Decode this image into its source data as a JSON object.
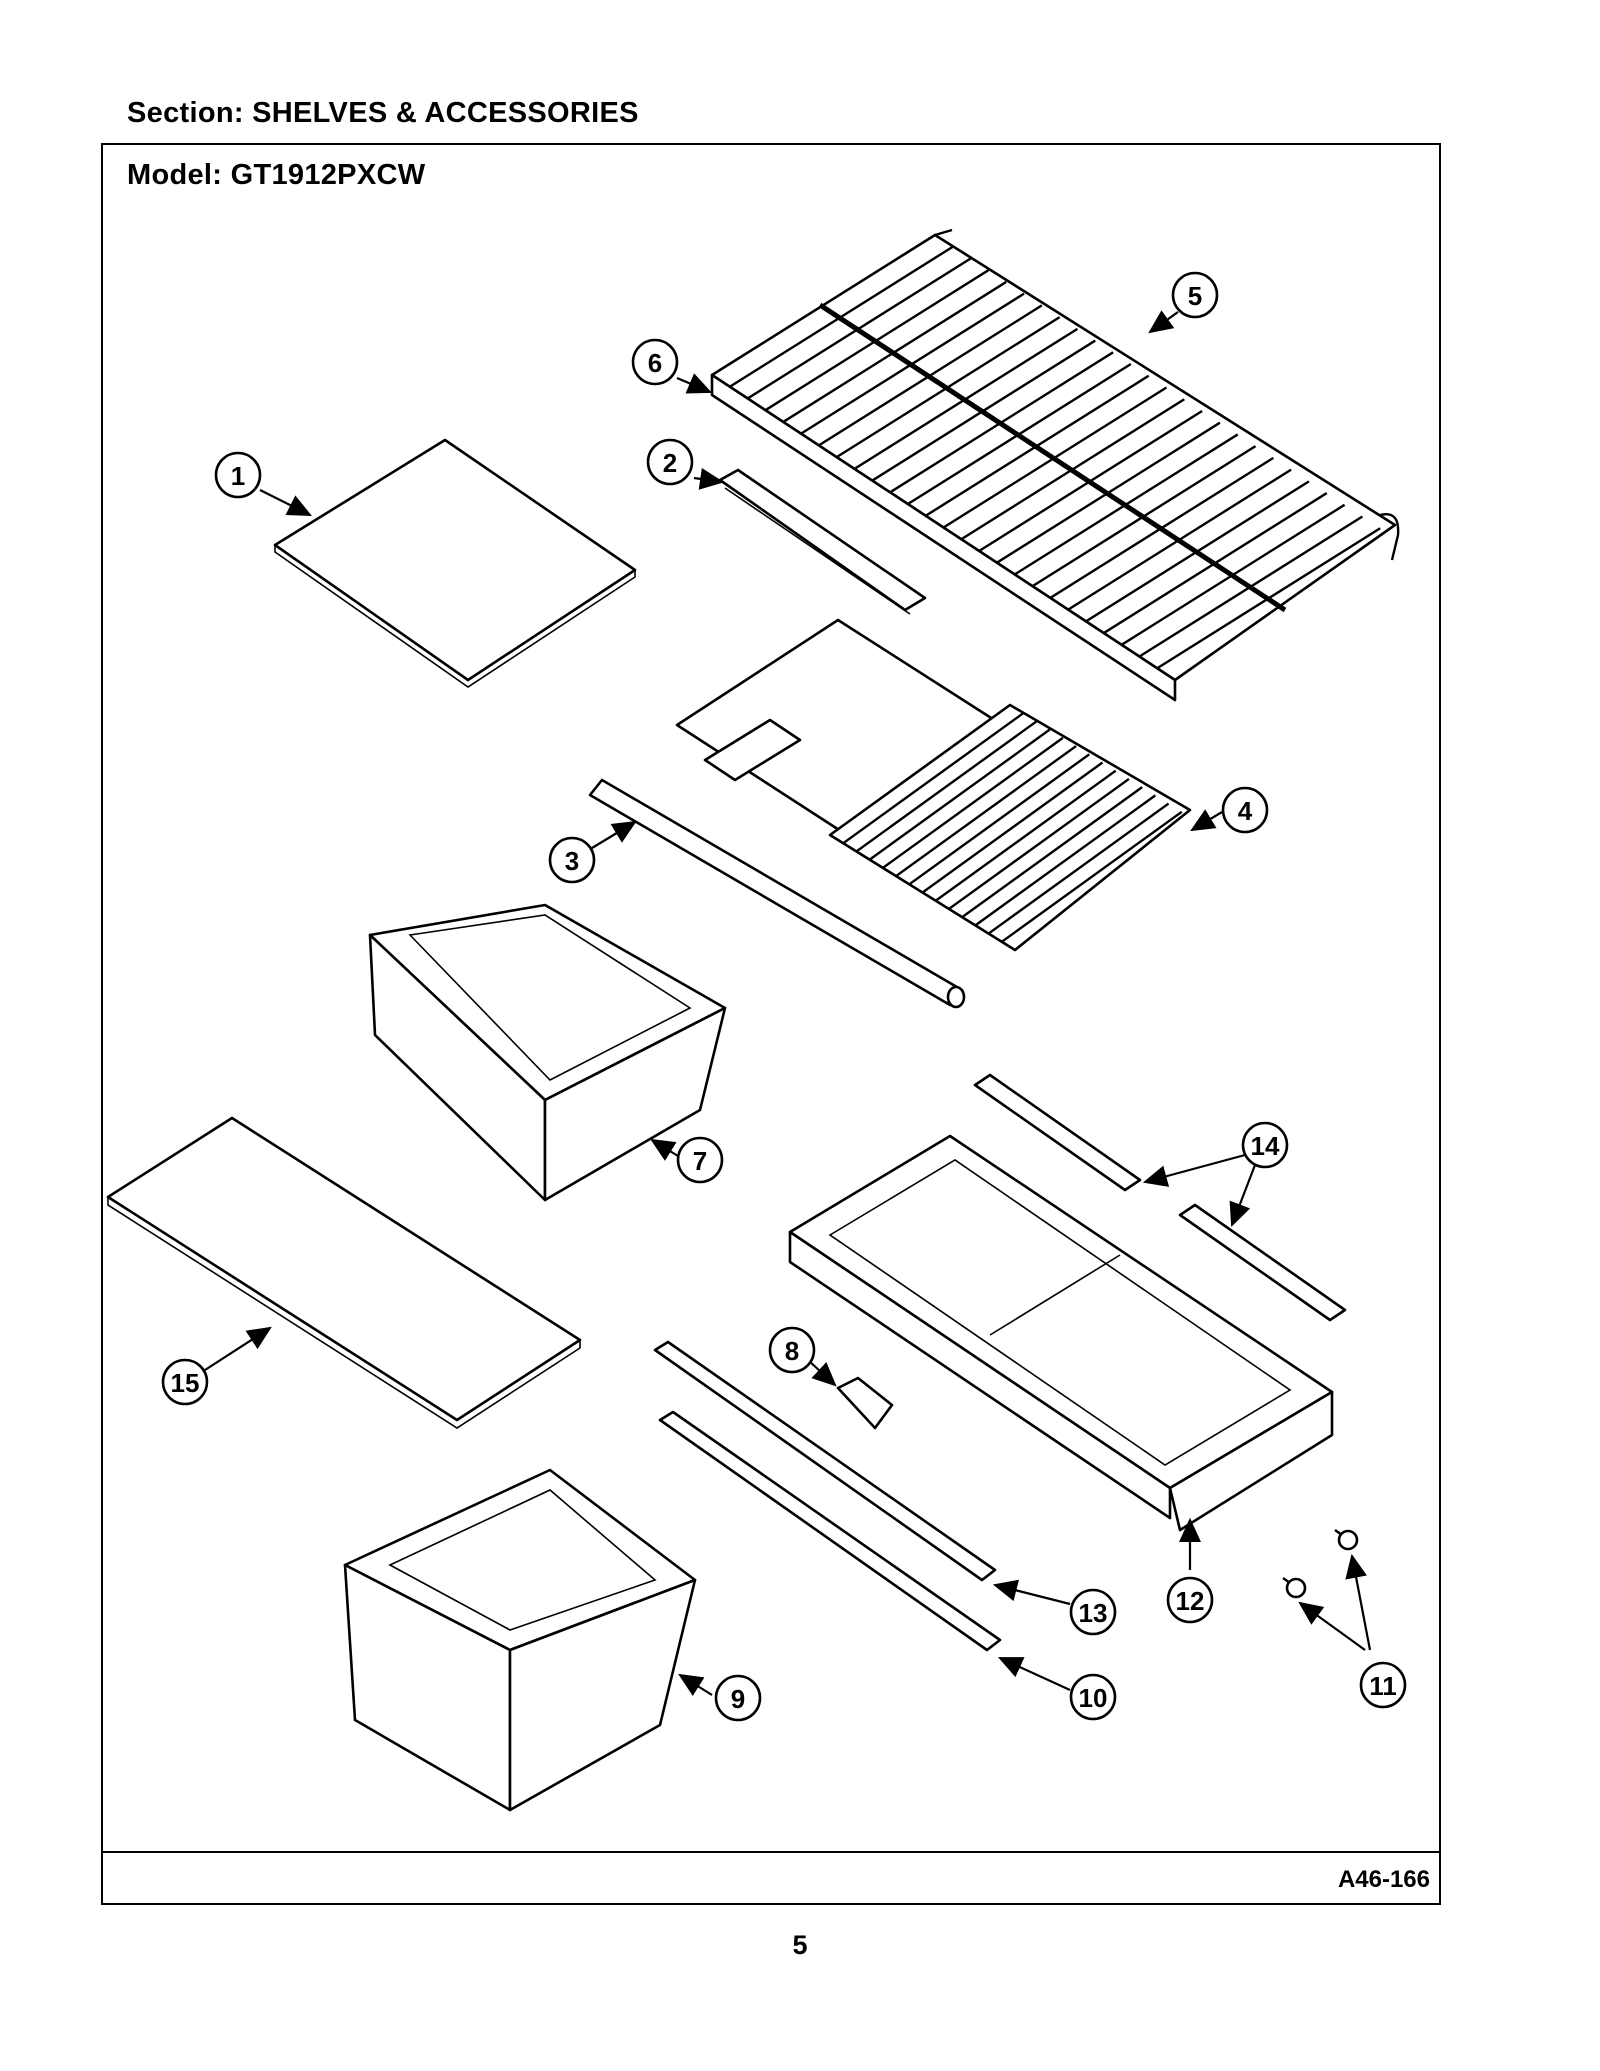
{
  "header": {
    "section_label": "Section:  SHELVES & ACCESSORIES",
    "model_label": "Model:  GT1912PXCW"
  },
  "footer": {
    "drawing_code": "A46-166",
    "page_number": "5"
  },
  "callouts": [
    "1",
    "2",
    "3",
    "4",
    "5",
    "6",
    "7",
    "8",
    "9",
    "10",
    "11",
    "12",
    "13",
    "14",
    "15"
  ]
}
